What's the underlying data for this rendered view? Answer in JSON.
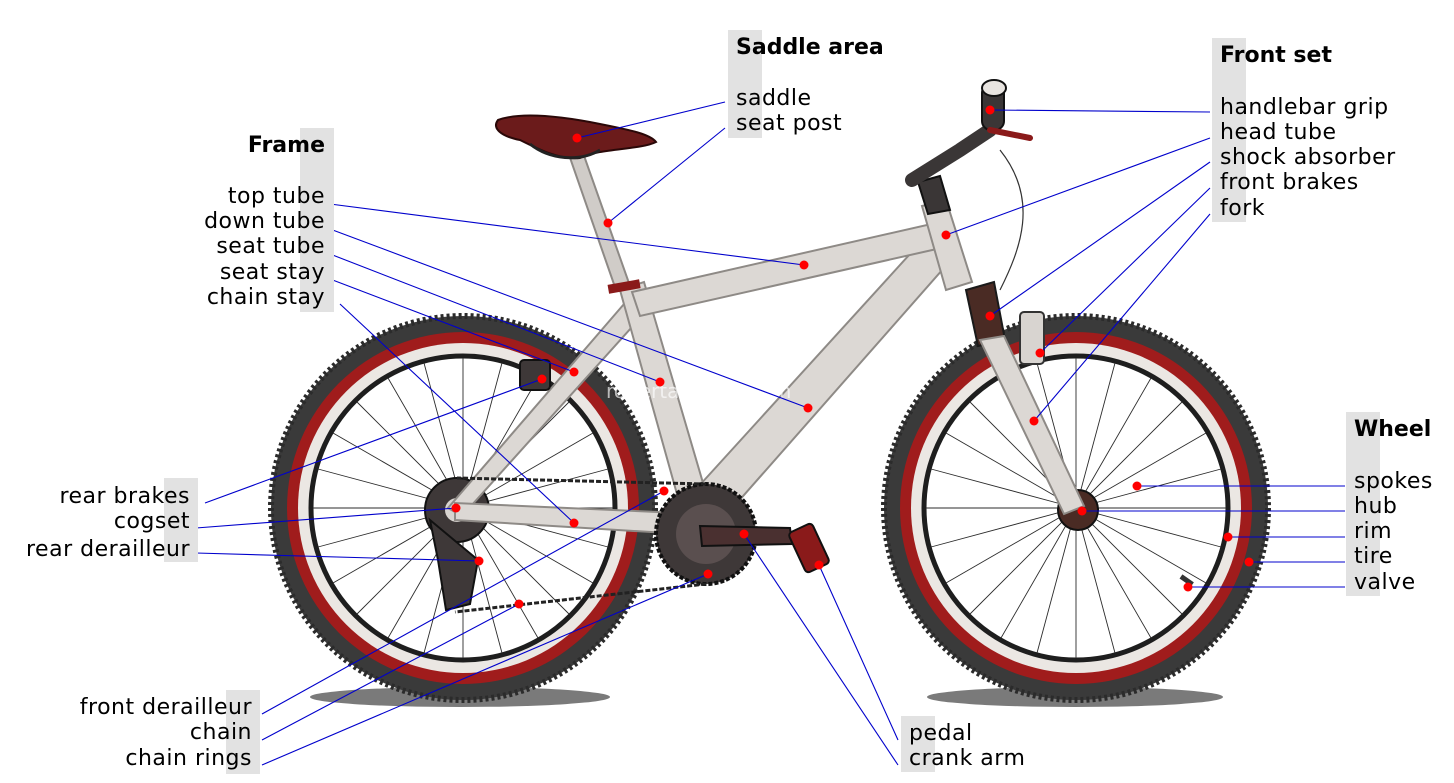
{
  "watermark": "robertaoakley.com",
  "groups": {
    "saddle_area": {
      "title": "Saddle area",
      "items": [
        "saddle",
        "seat post"
      ]
    },
    "frame": {
      "title": "Frame",
      "items": [
        "top tube",
        "down tube",
        "seat tube",
        "seat stay",
        "chain stay"
      ]
    },
    "front_set": {
      "title": "Front set",
      "items": [
        "handlebar grip",
        "head tube",
        "shock absorber",
        "front brakes",
        "fork"
      ]
    },
    "wheel": {
      "title": "Wheel",
      "items": [
        "spokes",
        "hub",
        "rim",
        "tire",
        "valve"
      ]
    },
    "rear": {
      "items": [
        "rear brakes",
        "cogset",
        "rear derailleur"
      ]
    },
    "drive": {
      "items": [
        "front derailleur",
        "chain",
        "chain rings"
      ]
    },
    "pedal": {
      "items": [
        "pedal",
        "crank arm"
      ]
    }
  },
  "colors": {
    "leader_line": "#0000cc",
    "marker": "#ff0000",
    "label_tab": "#e2e2e2",
    "frame": "#d9d6d3",
    "tire": "#3a3a3a",
    "tire_stripe": "#a01c1c",
    "saddle": "#6b1b1b"
  }
}
